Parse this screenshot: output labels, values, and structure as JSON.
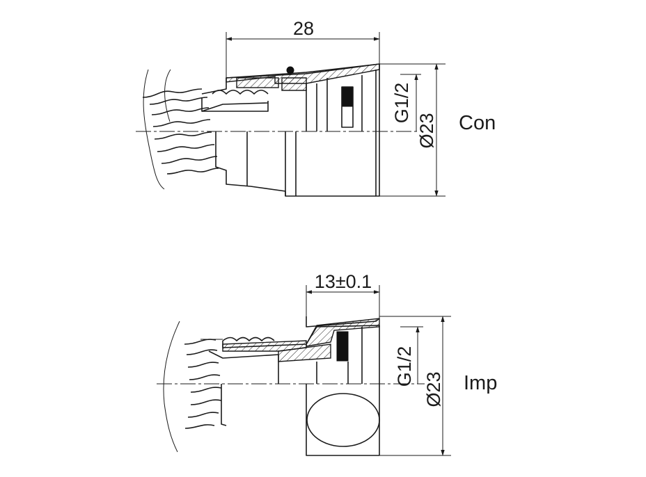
{
  "con": {
    "length_dim": "28",
    "thread": "G1/2",
    "diameter": "Ø23",
    "label": "Con"
  },
  "imp": {
    "length_dim": "13±0.1",
    "thread": "G1/2",
    "diameter": "Ø23",
    "label": "Imp"
  }
}
